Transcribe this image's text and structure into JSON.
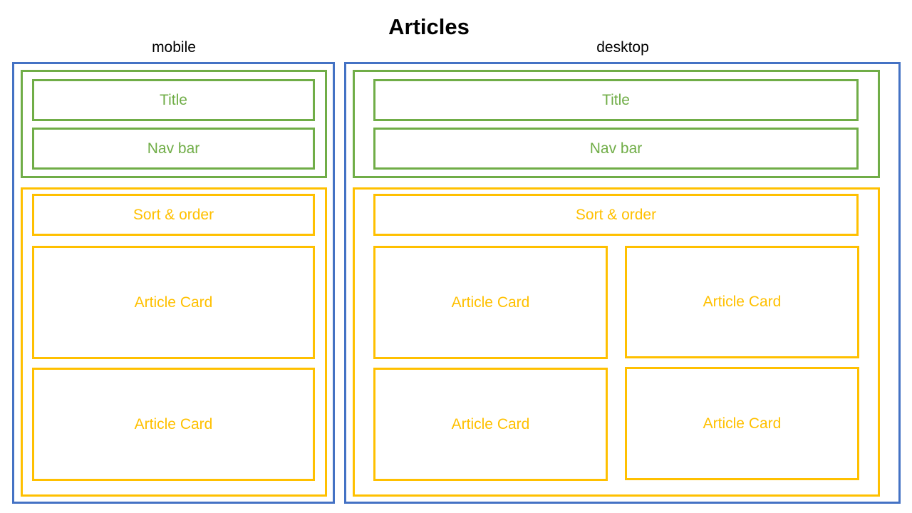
{
  "title": "Articles",
  "colors": {
    "frame": "#4472c4",
    "header": "#70ad47",
    "content": "#ffc000"
  },
  "mobile": {
    "label": "mobile",
    "header": {
      "title_box": "Title",
      "navbar_box": "Nav bar"
    },
    "content": {
      "sort_box": "Sort & order",
      "cards": [
        "Article Card",
        "Article Card"
      ]
    }
  },
  "desktop": {
    "label": "desktop",
    "header": {
      "title_box": "Title",
      "navbar_box": "Nav bar"
    },
    "content": {
      "sort_box": "Sort & order",
      "cards": [
        "Article Card",
        "Article Card",
        "Article Card",
        "Article Card"
      ]
    }
  }
}
